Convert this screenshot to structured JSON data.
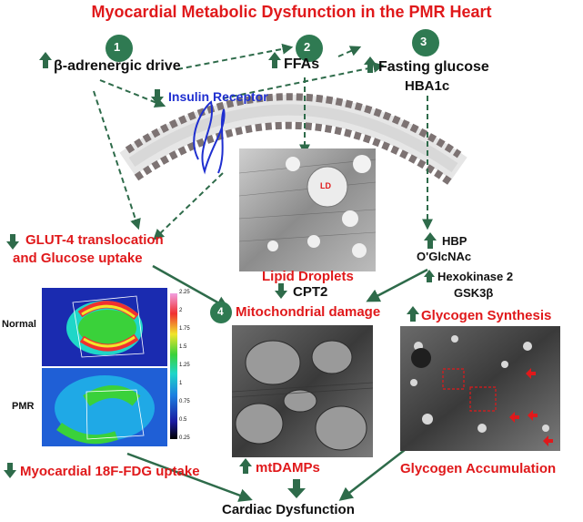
{
  "title": "Myocardial Metabolic Dysfunction in the PMR Heart",
  "badges": [
    "1",
    "2",
    "3",
    "4"
  ],
  "labels": {
    "beta_adrenergic": "β-adrenergic drive",
    "ffas": "FFAs",
    "fasting_glucose": "Fasting glucose",
    "hba1c": "HBA1c",
    "insulin_receptor": "Insulin Receptor",
    "ld": "LD",
    "glut4_line1": "GLUT-4 translocation",
    "glut4_line2": "and Glucose uptake",
    "lipid_droplets": "Lipid Droplets",
    "cpt2": "CPT2",
    "mito_damage": "Mitochondrial damage",
    "hbp": "HBP",
    "oglcnac": "O'GlcNAc",
    "hexokinase": "Hexokinase 2",
    "gsk3b": "GSK3β",
    "glycogen_synthesis": "Glycogen Synthesis",
    "normal": "Normal",
    "pmr": "PMR",
    "fdg_uptake": "Myocardial 18F-FDG uptake",
    "mtdamps": "mtDAMPs",
    "glycogen_accumulation": "Glycogen Accumulation",
    "cardiac_dysfunction": "Cardiac Dysfunction"
  },
  "colorbar_ticks": [
    "2.25",
    "2",
    "1.75",
    "1.5",
    "1.25",
    "1",
    "0.75",
    "0.5",
    "0.25"
  ],
  "colors": {
    "accent_red": "#e0191b",
    "arrow_green": "#2e6b4a",
    "badge_green": "#2f7a52",
    "membrane_head": "#7d7373",
    "receptor_blue": "#1f2fd0"
  },
  "icons": {
    "up_arrow": "green-up-arrow-icon",
    "down_arrow": "green-down-arrow-icon"
  }
}
